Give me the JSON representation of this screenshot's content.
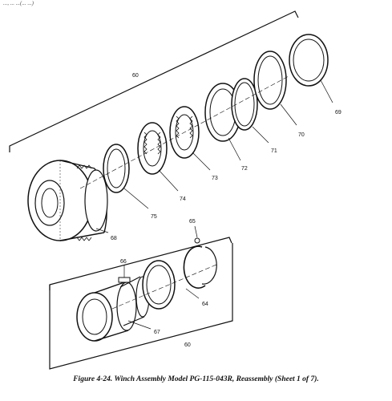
{
  "figure": {
    "top_fragment": "..., ... ...(... ...)",
    "caption": "Figure 4-24. Winch Assembly Model PG-115-043R, Reassembly (Sheet 1 of 7)."
  },
  "callouts": {
    "c60_top": "60",
    "c69": "69",
    "c70": "70",
    "c71": "71",
    "c72": "72",
    "c73": "73",
    "c74": "74",
    "c75": "75",
    "c68": "68",
    "c65": "65",
    "c66": "66",
    "c64": "64",
    "c67": "67",
    "c60_bottom": "60"
  }
}
